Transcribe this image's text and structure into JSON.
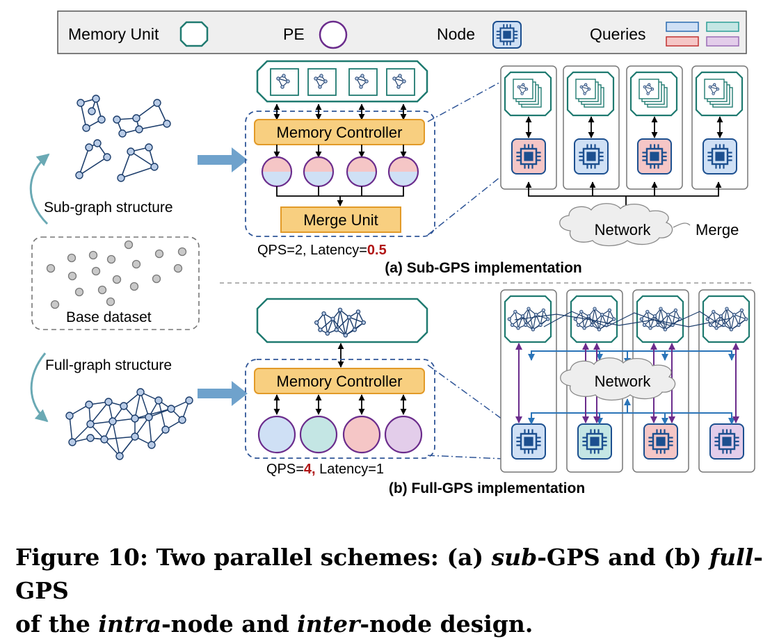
{
  "legend": {
    "memory_unit": "Memory Unit",
    "pe": "PE",
    "node": "Node",
    "queries": "Queries",
    "query_colors": [
      "#cfe0f5",
      "#c4e6e4",
      "#f5c6c6",
      "#e3cdea"
    ]
  },
  "left": {
    "subgraph_label": "Sub-graph structure",
    "base_label": "Base dataset",
    "fullgraph_label": "Full-graph structure"
  },
  "sub": {
    "memory_controller": "Memory Controller",
    "merge_unit": "Merge Unit",
    "qps_text": "QPS=2, Latency=",
    "latency_value": "0.5",
    "network": "Network",
    "merge": "Merge",
    "caption": "(a) Sub-GPS implementation"
  },
  "full": {
    "memory_controller": "Memory Controller",
    "qps_prefix": "QPS=",
    "qps_value": "4,",
    "qps_suffix": " Latency=1",
    "network": "Network",
    "caption": "(b) Full-GPS implementation"
  },
  "figure_caption": {
    "line1_a": "Figure 10: Two parallel schemes: (a) ",
    "line1_b": "sub",
    "line1_c": "-GPS and (b) ",
    "line1_d": "full",
    "line1_e": "-GPS",
    "line2_a": "of the ",
    "line2_b": "intra",
    "line2_c": "-node and ",
    "line2_d": "inter",
    "line2_e": "-node design."
  },
  "colors": {
    "teal": "#1f7a70",
    "navy": "#1c4f8f",
    "purple": "#6b2c8c",
    "orange_fill": "#f8cf80",
    "orange_stroke": "#e29a28",
    "highlight_red": "#b01515",
    "dashed_blue": "#2f5597",
    "arrow_blue": "#6fa2cc"
  }
}
